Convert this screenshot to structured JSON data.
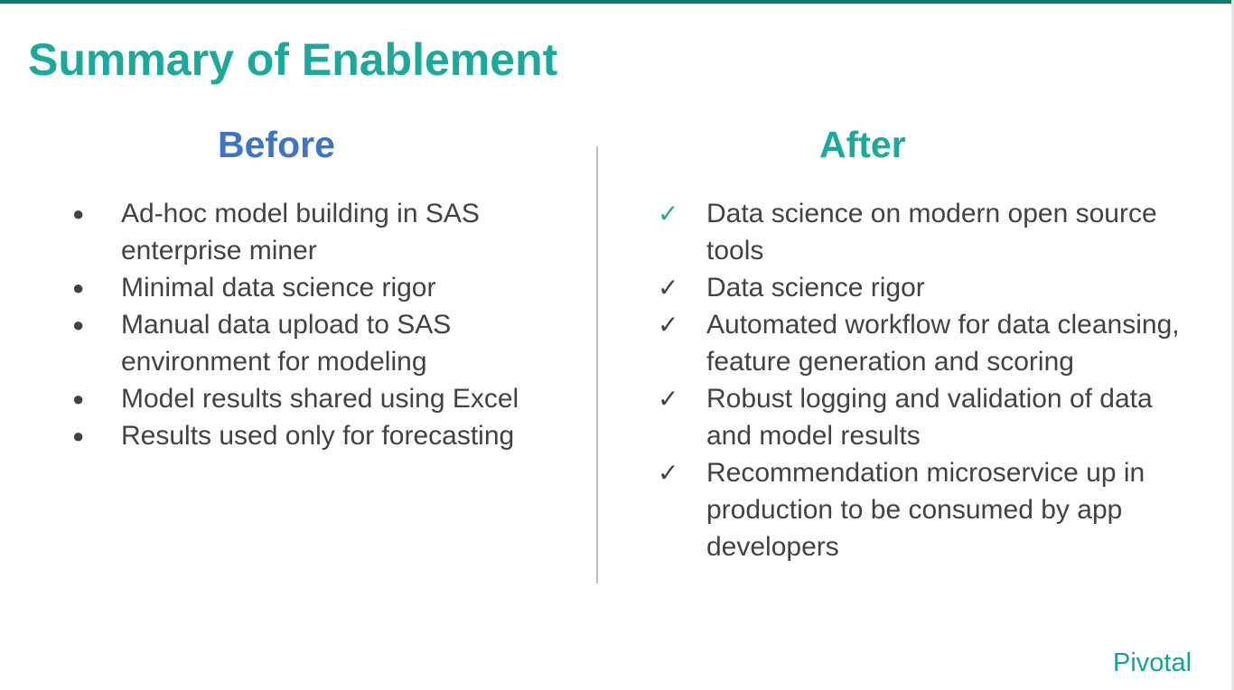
{
  "slide": {
    "title": "Summary of Enablement",
    "logo_text": "Pivotal",
    "colors": {
      "accent_teal": "#1aa99a",
      "heading_blue": "#3d74c9",
      "body_text": "#424242"
    }
  },
  "before": {
    "heading": "Before",
    "marker_glyph": "●",
    "items": [
      {
        "text": "Ad-hoc model building in SAS enterprise miner"
      },
      {
        "text": "Minimal data science rigor"
      },
      {
        "text": "Manual data upload to SAS environment for modeling"
      },
      {
        "text": "Model results shared using Excel"
      },
      {
        "text": "Results used only for forecasting"
      }
    ]
  },
  "after": {
    "heading": "After",
    "marker_glyph": "✓",
    "items": [
      {
        "text": "Data science on modern open source tools"
      },
      {
        "text": "Data science rigor"
      },
      {
        "text": "Automated workflow for data cleansing, feature generation and scoring"
      },
      {
        "text": "Robust logging and validation of data and model results"
      },
      {
        "text": "Recommendation microservice up in production to be consumed by app developers"
      }
    ]
  }
}
